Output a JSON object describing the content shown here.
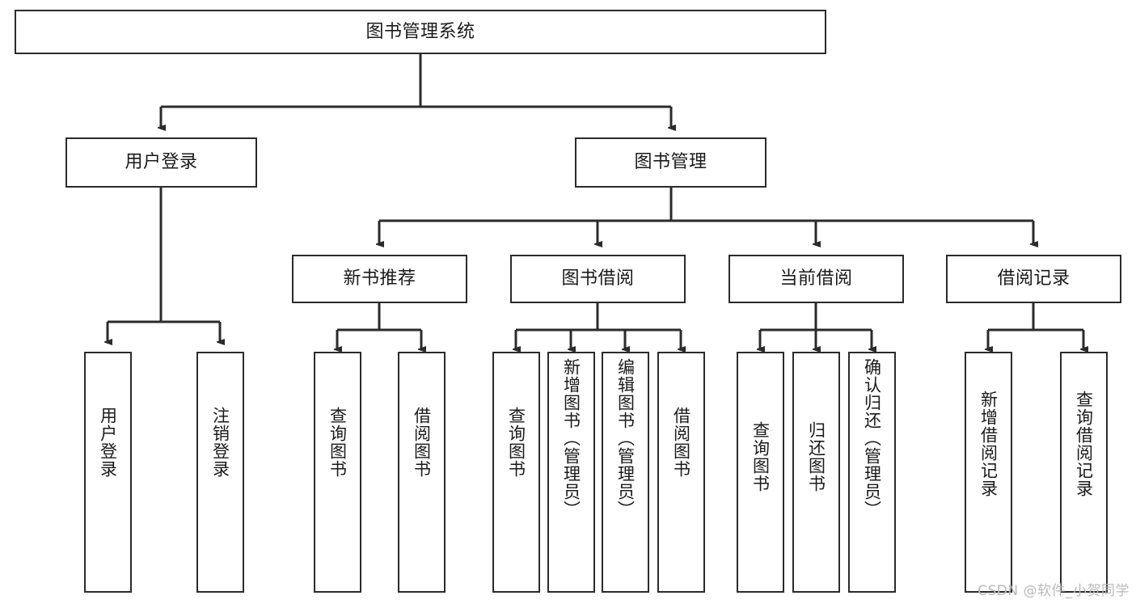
{
  "diagram": {
    "title": "图书管理系统",
    "type": "hierarchy-tree",
    "watermark": "CSDN @软件_小贺同学",
    "colors": {
      "box_border": "#2b2b2b",
      "box_fill": "#ffffff",
      "edge": "#2b2b2b",
      "text": "#1a1a1a",
      "watermark": "#b9b9b9",
      "background": "#ffffff"
    },
    "root": {
      "label": "图书管理系统"
    },
    "level2": [
      {
        "label": "用户登录"
      },
      {
        "label": "图书管理"
      }
    ],
    "level3": [
      {
        "label": "新书推荐"
      },
      {
        "label": "图书借阅"
      },
      {
        "label": "当前借阅"
      },
      {
        "label": "借阅记录"
      }
    ],
    "leaves": {
      "user_login": [
        {
          "label": "用户登录"
        },
        {
          "label": "注销登录"
        }
      ],
      "new_book_recommend": [
        {
          "label": "查询图书"
        },
        {
          "label": "借阅图书"
        }
      ],
      "book_borrow": [
        {
          "label": "查询图书"
        },
        {
          "label": "新增图书（管理员）"
        },
        {
          "label": "编辑图书（管理员）"
        },
        {
          "label": "借阅图书"
        }
      ],
      "current_borrow": [
        {
          "label": "查询图书"
        },
        {
          "label": "归还图书"
        },
        {
          "label": "确认归还（管理员）"
        }
      ],
      "borrow_record": [
        {
          "label": "新增借阅记录"
        },
        {
          "label": "查询借阅记录"
        }
      ]
    }
  }
}
